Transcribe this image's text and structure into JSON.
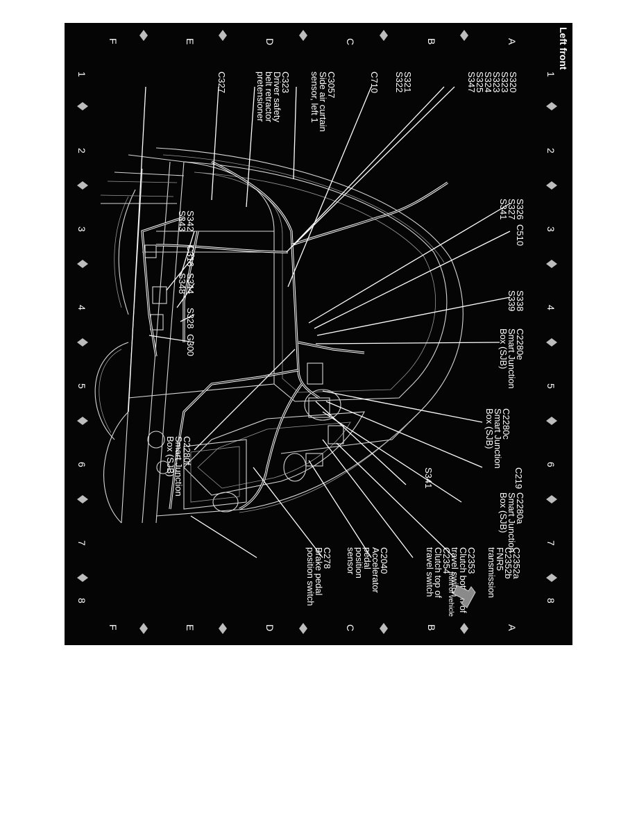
{
  "title": "Left front",
  "grid": {
    "rows": [
      "A",
      "B",
      "C",
      "D",
      "E",
      "F"
    ],
    "cols": [
      "1",
      "2",
      "3",
      "4",
      "5",
      "6",
      "7",
      "8"
    ]
  },
  "labels": {
    "s320_group": [
      "S320",
      "S323",
      "S323",
      "S324",
      "S325",
      "S347"
    ],
    "s321_group": [
      "S321",
      "S322"
    ],
    "c710": "C710",
    "c3057": [
      "C3057",
      "Side air curtain",
      "sensor, left 1"
    ],
    "c323": [
      "C323",
      "Driver safety",
      "belt retractor",
      "pretensioner"
    ],
    "c327": "C327",
    "s326_group": [
      "S326",
      "S327",
      "S341"
    ],
    "c510": "C510",
    "s338_group": [
      "S338",
      "S339"
    ],
    "c2280e": [
      "C2280e",
      "Smart Junction",
      "Box (SJB)"
    ],
    "c2280c": [
      "C2280c",
      "Smart Junction",
      "Box (SJB)"
    ],
    "c219": "C219",
    "c2280a": [
      "C2280a",
      "Smart Junction",
      "Box (SJB)"
    ],
    "s341": "S341",
    "c2352": [
      "C2352a",
      "C2352b",
      "FNR5",
      "transmission"
    ],
    "c2353": [
      "C2353",
      "Clutch bottom of",
      "travel switch",
      "C2354",
      "Clutch top of",
      "travel switch"
    ],
    "c2040": [
      "C2040",
      "Accelerator",
      "pedal",
      "position",
      "sensor"
    ],
    "c278": [
      "C278",
      "Brake pedal",
      "position switch"
    ],
    "c2280f": [
      "C2280f",
      "Smart Junction",
      "Box (SJB)"
    ],
    "s342_group": [
      "S342",
      "S343"
    ],
    "c316": "C316",
    "s344_group": [
      "S344",
      "S348"
    ],
    "s328": "S328",
    "g300": "G300",
    "front_of_vehicle": "front of vehicle"
  },
  "colors": {
    "background": "#050505",
    "ink": "#ffffff"
  }
}
